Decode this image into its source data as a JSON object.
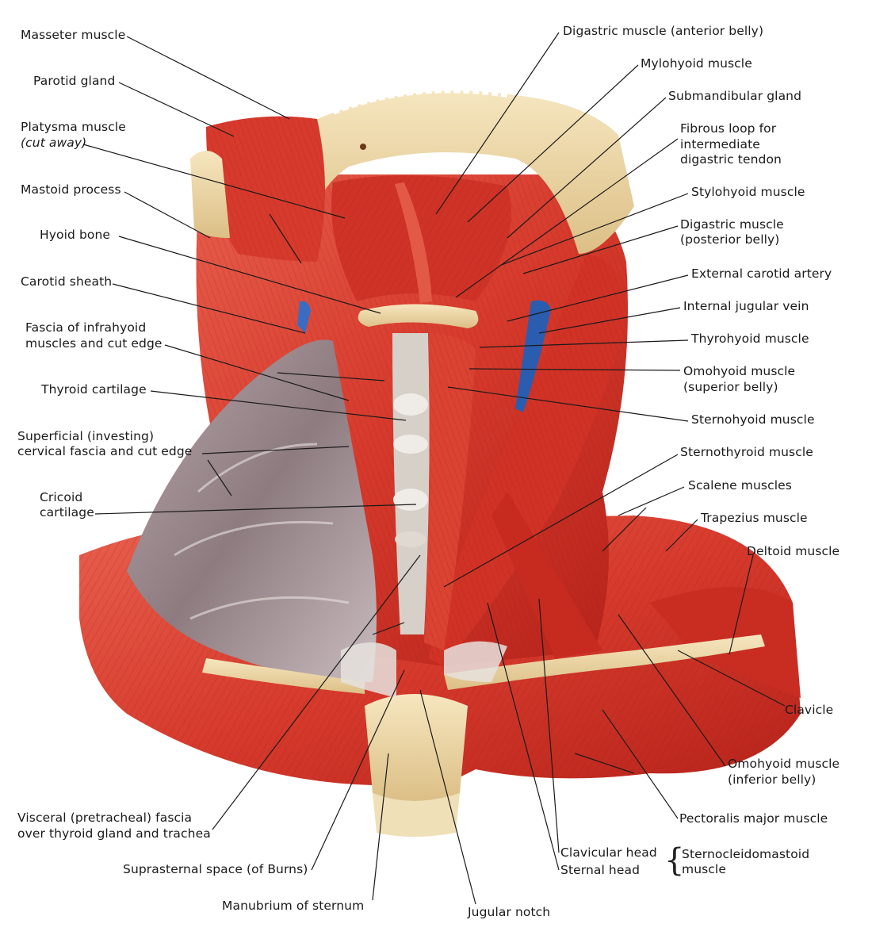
{
  "figure": {
    "labels_left": [
      {
        "id": "masseter",
        "text": "Masseter muscle"
      },
      {
        "id": "parotid",
        "text": "Parotid gland"
      },
      {
        "id": "platysma",
        "text": "Platysma muscle"
      },
      {
        "id": "platysma_note",
        "text": "(cut away)"
      },
      {
        "id": "mastoid",
        "text": "Mastoid process"
      },
      {
        "id": "hyoid",
        "text": "Hyoid bone"
      },
      {
        "id": "carotid_sheath",
        "text": "Carotid sheath"
      },
      {
        "id": "fascia_infrahyoid_1",
        "text": "Fascia of infrahyoid"
      },
      {
        "id": "fascia_infrahyoid_2",
        "text": "muscles and cut edge"
      },
      {
        "id": "thyroid_cartilage",
        "text": "Thyroid cartilage"
      },
      {
        "id": "superficial_1",
        "text": "Superficial (investing)"
      },
      {
        "id": "superficial_2",
        "text": "cervical fascia and cut edge"
      },
      {
        "id": "cricoid_1",
        "text": "Cricoid"
      },
      {
        "id": "cricoid_2",
        "text": "cartilage"
      },
      {
        "id": "visceral_1",
        "text": "Visceral (pretracheal) fascia"
      },
      {
        "id": "visceral_2",
        "text": "over thyroid gland and trachea"
      },
      {
        "id": "suprasternal",
        "text": "Suprasternal space (of Burns)"
      },
      {
        "id": "manubrium",
        "text": "Manubrium of sternum"
      },
      {
        "id": "jugular_notch",
        "text": "Jugular notch"
      }
    ],
    "labels_right": [
      {
        "id": "digastric_ant",
        "text": "Digastric muscle (anterior belly)"
      },
      {
        "id": "mylohyoid",
        "text": "Mylohyoid muscle"
      },
      {
        "id": "submandibular",
        "text": "Submandibular gland"
      },
      {
        "id": "fibrous_1",
        "text": "Fibrous loop for"
      },
      {
        "id": "fibrous_2",
        "text": "intermediate"
      },
      {
        "id": "fibrous_3",
        "text": "digastric tendon"
      },
      {
        "id": "stylohyoid",
        "text": "Stylohyoid muscle"
      },
      {
        "id": "digastric_post_1",
        "text": "Digastric muscle"
      },
      {
        "id": "digastric_post_2",
        "text": "(posterior belly)"
      },
      {
        "id": "ext_carotid",
        "text": "External carotid artery"
      },
      {
        "id": "int_jugular",
        "text": "Internal jugular vein"
      },
      {
        "id": "thyrohyoid",
        "text": "Thyrohyoid muscle"
      },
      {
        "id": "omohyoid_sup_1",
        "text": "Omohyoid muscle"
      },
      {
        "id": "omohyoid_sup_2",
        "text": "(superior belly)"
      },
      {
        "id": "sternohyoid",
        "text": "Sternohyoid muscle"
      },
      {
        "id": "sternothyroid",
        "text": "Sternothyroid muscle"
      },
      {
        "id": "scalene",
        "text": "Scalene muscles"
      },
      {
        "id": "trapezius",
        "text": "Trapezius muscle"
      },
      {
        "id": "deltoid",
        "text": "Deltoid muscle"
      },
      {
        "id": "clavicle",
        "text": "Clavicle"
      },
      {
        "id": "omohyoid_inf_1",
        "text": "Omohyoid muscle"
      },
      {
        "id": "omohyoid_inf_2",
        "text": "(inferior belly)"
      },
      {
        "id": "pectoralis",
        "text": "Pectoralis major muscle"
      },
      {
        "id": "clavicular_head",
        "text": "Clavicular head"
      },
      {
        "id": "sternal_head",
        "text": "Sternal head"
      },
      {
        "id": "scm_1",
        "text": "Sternocleidomastoid"
      },
      {
        "id": "scm_2",
        "text": "muscle"
      }
    ],
    "colors": {
      "muscle": "#d9392c",
      "muscle_dark": "#b5221a",
      "muscle_light": "#e8604e",
      "bone": "#efd9a8",
      "fascia": "#9c8a8f",
      "vein": "#2a5db0",
      "cartilage": "#e8e4de",
      "leader": "#1a1a1a"
    }
  }
}
